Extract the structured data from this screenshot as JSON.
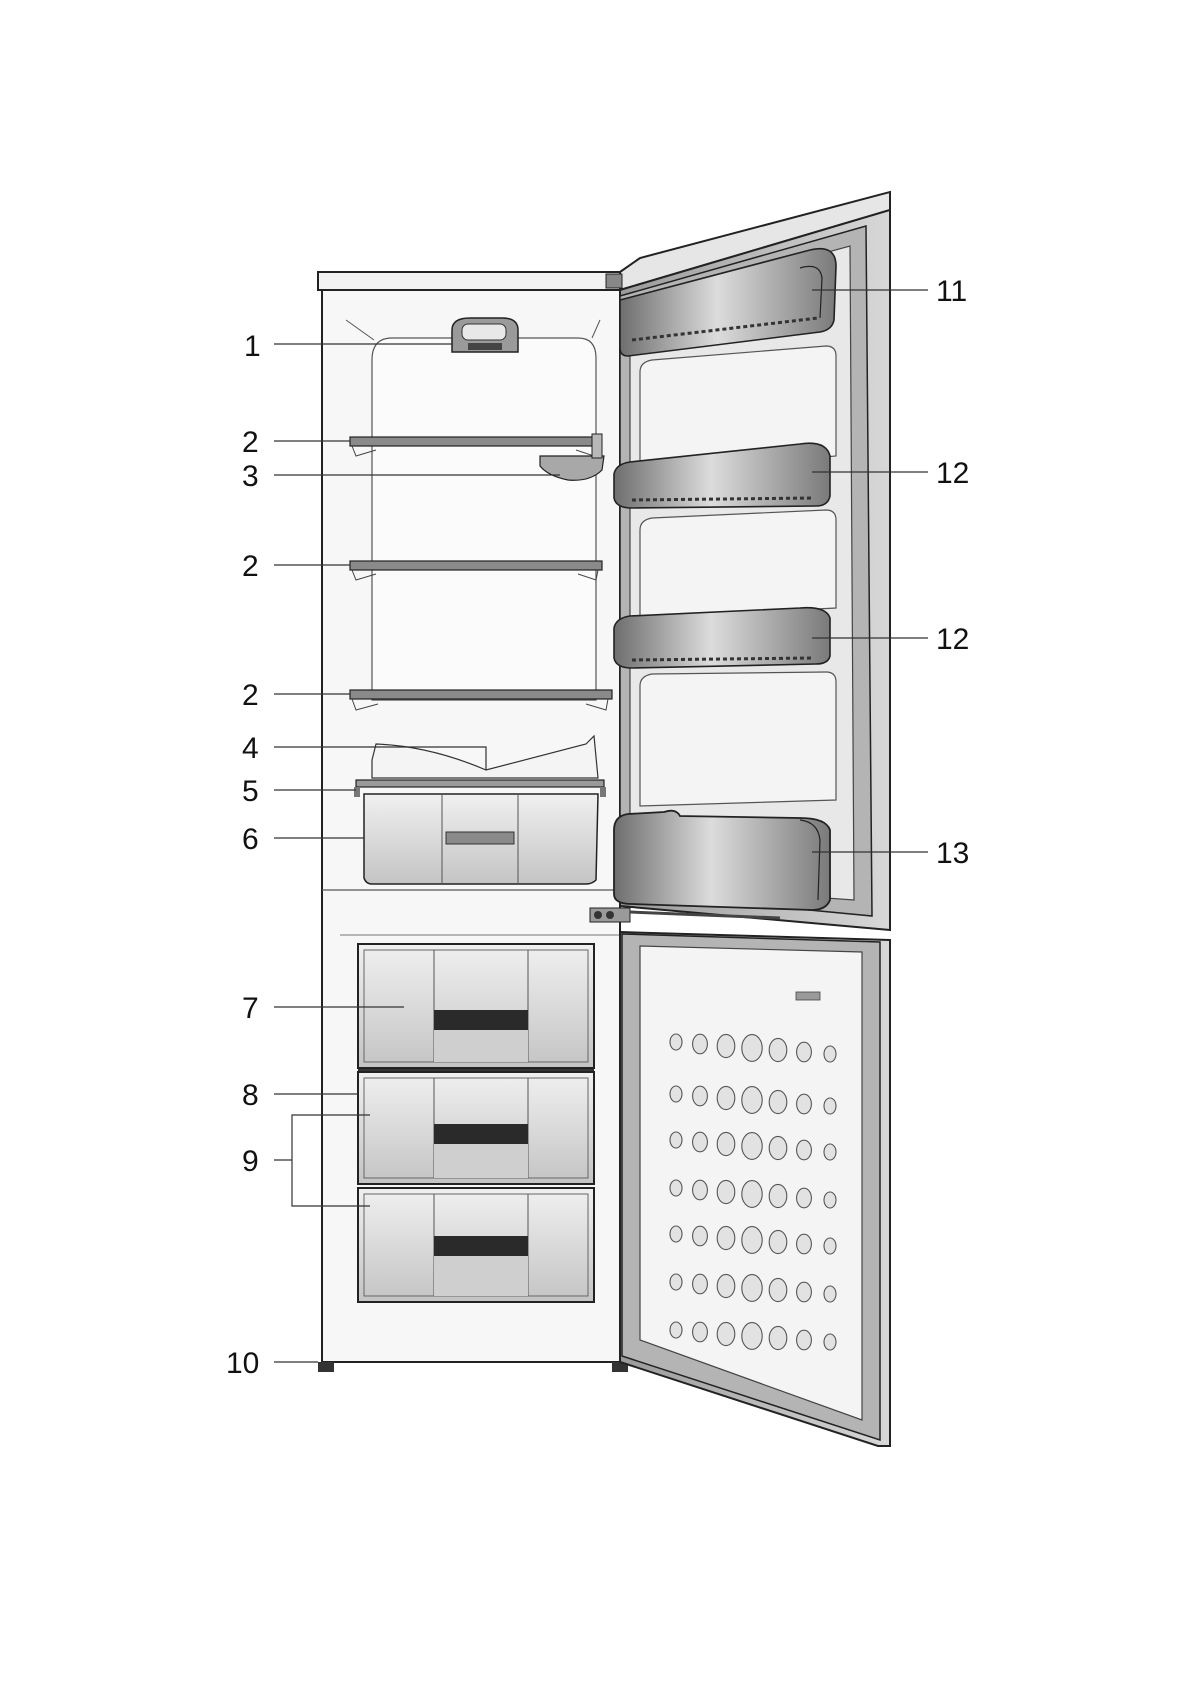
{
  "diagram": {
    "colors": {
      "outline": "#222222",
      "cabinet_fill": "#f6f6f6",
      "door_fill": "#bdbdbd",
      "door_liner": "#e9e9e9",
      "shelf": "#8a8a8a",
      "drawer": "#d4d4d4",
      "drawer_dark": "#2a2a2a",
      "leader": "#333333"
    },
    "callouts": {
      "c1": "1",
      "c2a": "2",
      "c3": "3",
      "c2b": "2",
      "c2c": "2",
      "c4": "4",
      "c5": "5",
      "c6": "6",
      "c7": "7",
      "c8": "8",
      "c9": "9",
      "c10": "10",
      "c11": "11",
      "c12a": "12",
      "c12b": "12",
      "c13": "13"
    }
  }
}
